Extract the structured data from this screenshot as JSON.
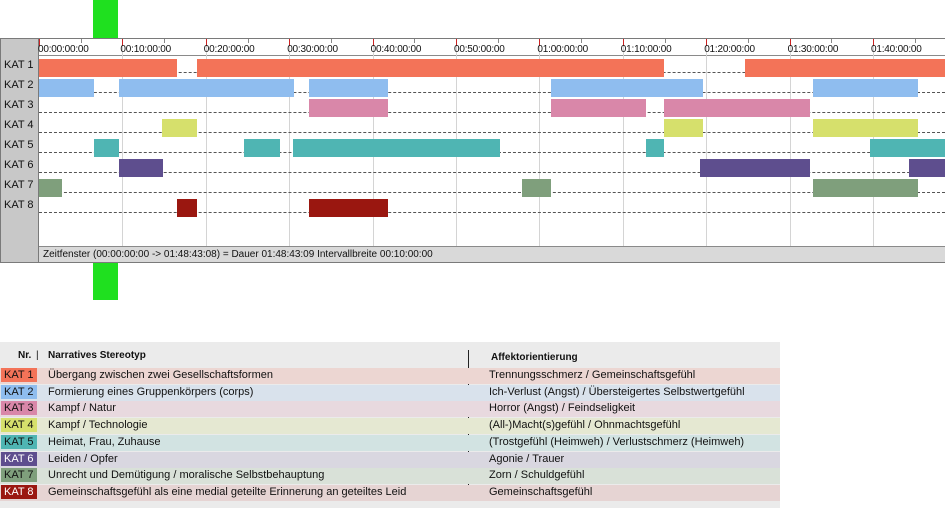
{
  "timeline": {
    "time_labels": [
      "00:00:00:00",
      "00:10:00:00",
      "00:20:00:00",
      "00:30:00:00",
      "00:40:00:00",
      "00:50:00:00",
      "01:00:00:00",
      "01:10:00:00",
      "01:20:00:00",
      "01:30:00:00",
      "01:40:00:00"
    ],
    "total_minutes": 108.72,
    "categories": [
      {
        "label": "KAT 1",
        "color": "#f37358",
        "segments": [
          [
            0,
            16.5
          ],
          [
            19,
            75
          ],
          [
            84.6,
            108.72
          ]
        ]
      },
      {
        "label": "KAT 2",
        "color": "#8fbdef",
        "segments": [
          [
            0,
            6.6
          ],
          [
            9.6,
            30.6
          ],
          [
            32.4,
            41.9
          ],
          [
            61.4,
            79.6
          ],
          [
            92.8,
            105.4
          ]
        ]
      },
      {
        "label": "KAT 3",
        "color": "#d987a9",
        "segments": [
          [
            32.4,
            41.9
          ],
          [
            61.4,
            72.8
          ],
          [
            74.9,
            92.5
          ]
        ]
      },
      {
        "label": "KAT 4",
        "color": "#d6e06c",
        "segments": [
          [
            14.8,
            18.9
          ],
          [
            74.9,
            79.6
          ],
          [
            92.8,
            105.4
          ]
        ]
      },
      {
        "label": "KAT 5",
        "color": "#4fb5b3",
        "segments": [
          [
            6.6,
            9.6
          ],
          [
            24.6,
            28.9
          ],
          [
            30.5,
            55.3
          ],
          [
            72.8,
            74.9
          ],
          [
            99.6,
            108.72
          ]
        ]
      },
      {
        "label": "KAT 6",
        "color": "#5e4e8e",
        "segments": [
          [
            9.6,
            14.9
          ],
          [
            79.2,
            92.5
          ],
          [
            104.3,
            108.72
          ]
        ]
      },
      {
        "label": "KAT 7",
        "color": "#7f9f7c",
        "segments": [
          [
            0,
            2.7
          ],
          [
            57.9,
            61.4
          ],
          [
            92.8,
            105.4
          ]
        ]
      },
      {
        "label": "KAT 8",
        "color": "#9a1710",
        "segments": [
          [
            16.5,
            19
          ],
          [
            32.4,
            41.9
          ]
        ]
      }
    ],
    "status_text": "Zeitfenster (00:00:00:00 -> 01:48:43:08) = Dauer 01:48:43:09    Intervallbreite 00:10:00:00"
  },
  "legend": {
    "header_nr": "Nr.",
    "header_stereotyp": "Narratives Stereotyp",
    "header_affekt": "Affektorientierung",
    "rows": [
      {
        "kat": "KAT 1",
        "swatch": "#f37358",
        "bg": "#ecd6d2",
        "text": "Übergang zwischen zwei Gesellschaftsformen",
        "affekt": "Trennungsschmerz / Gemeinschaftsgefühl"
      },
      {
        "kat": "KAT 2",
        "swatch": "#8fbdef",
        "bg": "#d9e2ec",
        "text": "Formierung eines Gruppenkörpers (corps)",
        "affekt": "Ich-Verlust (Angst) / Übersteigertes Selbstwertgefühl"
      },
      {
        "kat": "KAT 3",
        "swatch": "#d987a9",
        "bg": "#e8d9df",
        "text": "Kampf / Natur",
        "affekt": "Horror (Angst) / Feindseligkeit"
      },
      {
        "kat": "KAT 4",
        "swatch": "#d6e06c",
        "bg": "#e5e8d2",
        "text": "Kampf / Technologie",
        "affekt": "(All-)Macht(s)gefühl / Ohnmachtsgefühl"
      },
      {
        "kat": "KAT 5",
        "swatch": "#4fb5b3",
        "bg": "#d2e3e2",
        "text": "Heimat, Frau, Zuhause",
        "affekt": "(Trostgefühl (Heimweh) / Verlustschmerz (Heimweh)"
      },
      {
        "kat": "KAT 6",
        "swatch": "#5e4e8e",
        "bg": "#d9d7e0",
        "text": "Leiden / Opfer",
        "affekt": "Agonie / Trauer"
      },
      {
        "kat": "KAT 7",
        "swatch": "#7f9f7c",
        "bg": "#d9e1d8",
        "text": "Unrecht und Demütigung / moralische Selbstbehauptung",
        "affekt": "Zorn / Schuldgefühl"
      },
      {
        "kat": "KAT 8",
        "swatch": "#9a1710",
        "bg": "#e6d4d3",
        "text": "Gemeinschaftsgefühl als eine medial geteilte Erinnerung an geteiltes Leid",
        "affekt": "Gemeinschaftsgefühl"
      }
    ]
  }
}
